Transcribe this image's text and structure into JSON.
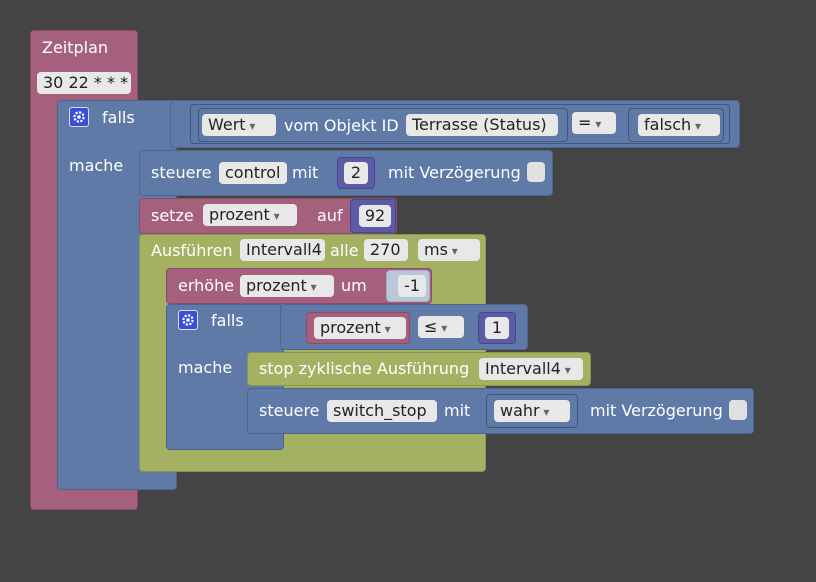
{
  "schedule": {
    "title": "Zeitplan",
    "cron": "30 22 * * *"
  },
  "if1": {
    "label_if": "falls",
    "label_do": "mache",
    "condition": {
      "value_field": "Wert",
      "of_object_label": "vom Objekt ID",
      "object_id": "Terrasse (Status)",
      "operator": "=",
      "compare_value": "falsch"
    }
  },
  "control1": {
    "label": "steuere",
    "target": "control",
    "with_label": "mit",
    "value": "2",
    "delay_label": "mit Verzögerung"
  },
  "set1": {
    "label": "setze",
    "variable": "prozent",
    "to_label": "auf",
    "value": "92"
  },
  "interval": {
    "label": "Ausführen",
    "name": "Intervall4",
    "every_label": "alle",
    "value": "270",
    "unit": "ms"
  },
  "increment": {
    "label": "erhöhe",
    "variable": "prozent",
    "by_label": "um",
    "value": "-1"
  },
  "if2": {
    "label_if": "falls",
    "label_do": "mache",
    "condition": {
      "variable": "prozent",
      "operator": "≤",
      "value": "1"
    }
  },
  "stop": {
    "label": "stop zyklische Ausführung",
    "interval": "Intervall4"
  },
  "control2": {
    "label": "steuere",
    "target": "switch_stop",
    "with_label": "mit",
    "value": "wahr",
    "delay_label": "mit Verzögerung"
  }
}
